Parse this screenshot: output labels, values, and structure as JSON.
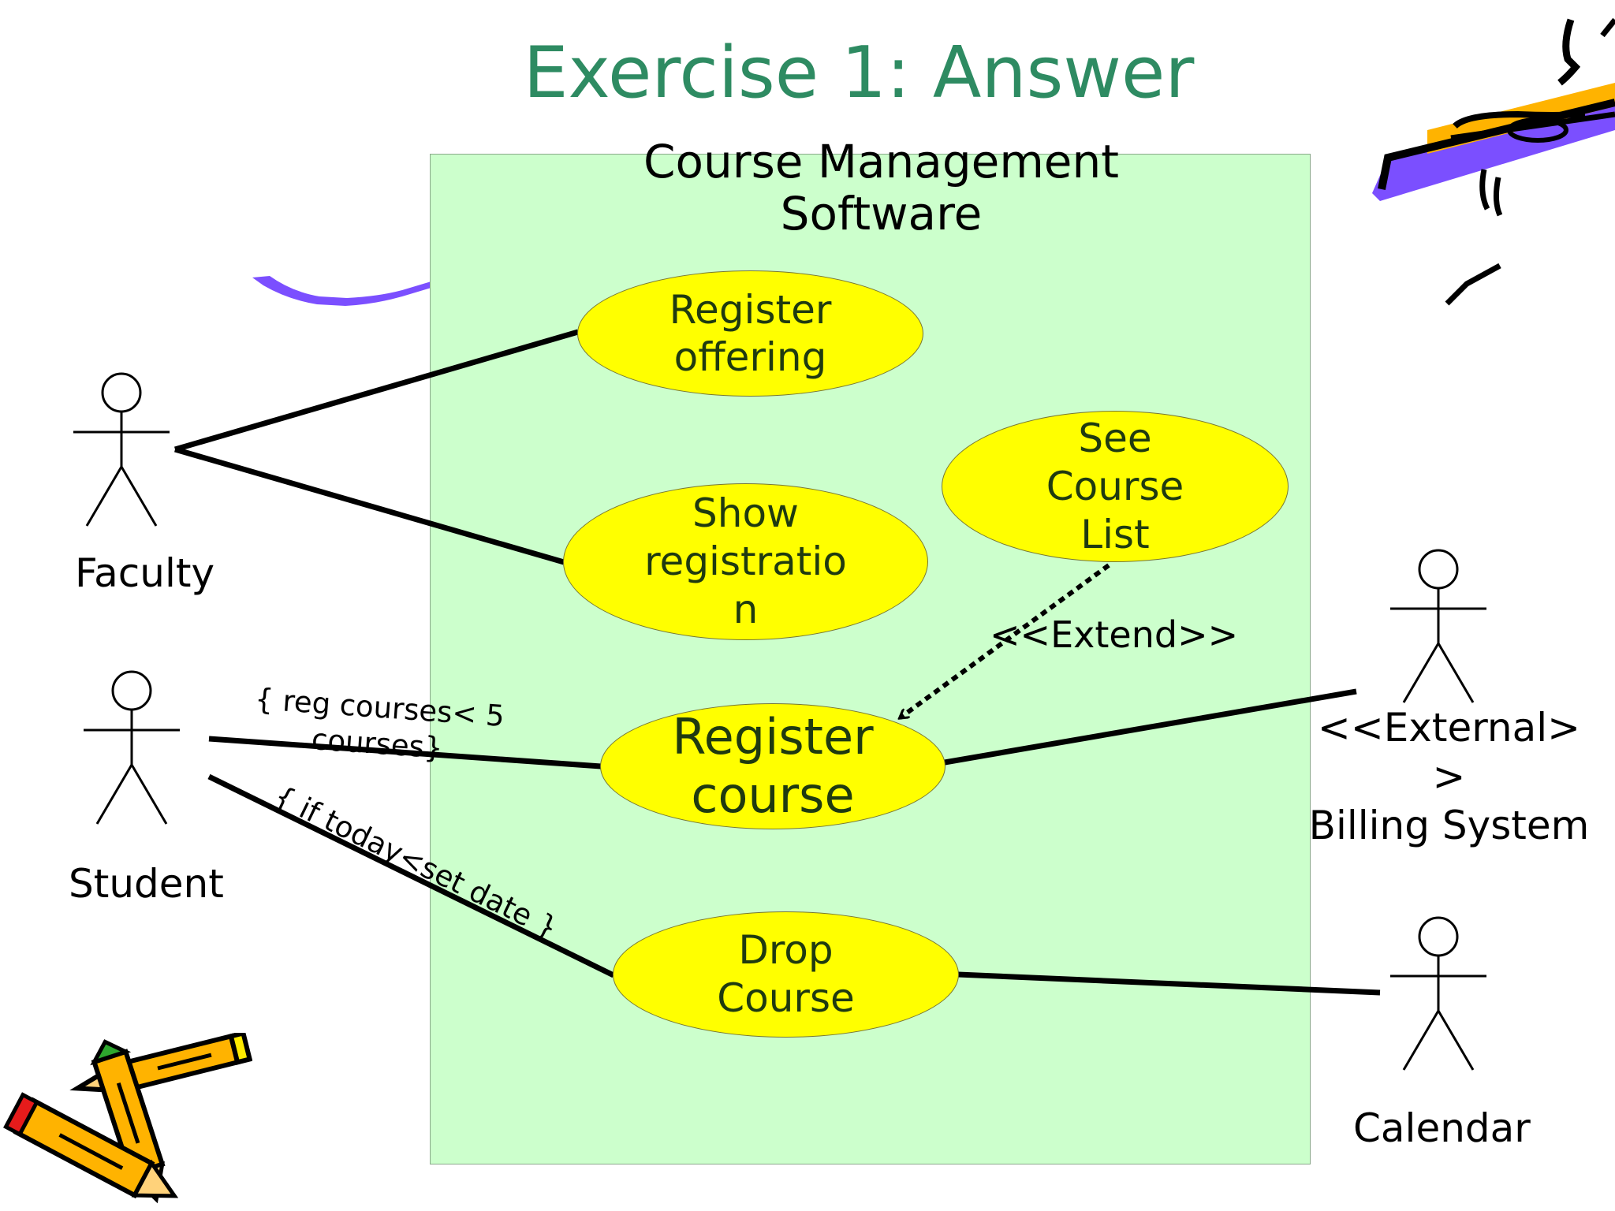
{
  "slide": {
    "title": "Exercise 1: Answer"
  },
  "system": {
    "title_line1": "Course Management",
    "title_line2": "Software"
  },
  "use_cases": {
    "register_offering": {
      "line1": "Register",
      "line2": "offering"
    },
    "show_registration": {
      "line1": "Show",
      "line2": "registratio",
      "line3": "n"
    },
    "see_course_list": {
      "line1": "See",
      "line2": "Course",
      "line3": "List"
    },
    "register_course": {
      "line1": "Register",
      "line2": "course"
    },
    "drop_course": {
      "line1": "Drop",
      "line2": "Course"
    }
  },
  "actors": {
    "faculty": {
      "label": "Faculty"
    },
    "student": {
      "label": "Student"
    },
    "billing": {
      "line1": "<<External>",
      "line2": ">",
      "line3": "Billing System"
    },
    "calendar": {
      "label": "Calendar"
    }
  },
  "relations": {
    "extend_label": "<<Extend>>",
    "reg_constraint_line1": "{ reg courses< 5",
    "reg_constraint_line2": "courses}",
    "drop_constraint": "{ if today<set date }"
  },
  "colors": {
    "title": "#2e8b62",
    "system_fill": "#ccffcc",
    "use_case_fill": "#ffff00",
    "clipart_purple": "#7b4fff",
    "clipart_orange": "#ffb300"
  },
  "icons": [
    "stick-figure-icon",
    "pencils-clipart-icon",
    "drummer-clipart-icon"
  ]
}
